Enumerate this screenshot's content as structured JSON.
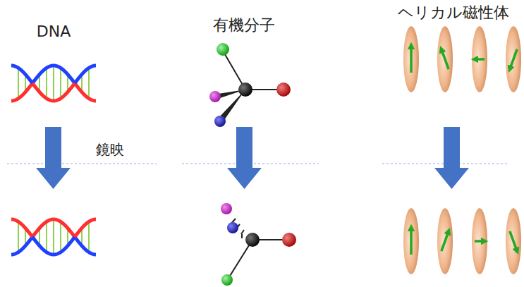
{
  "diagram": {
    "labels": [
      "DNA",
      "有機分子",
      "ヘリカル磁性体",
      "鏡映"
    ]
  }
}
